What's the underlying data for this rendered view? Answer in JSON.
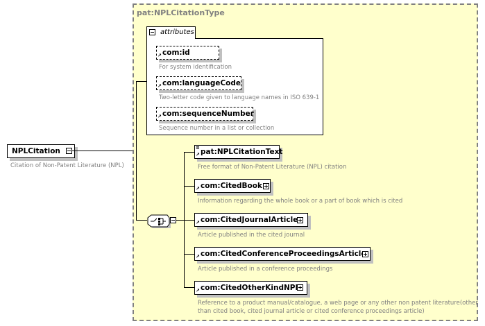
{
  "root": {
    "name": "NPLCitation",
    "description": "Citation of Non-Patent Literature (NPL)"
  },
  "type": {
    "name": "pat:NPLCitationType",
    "attributes_label": "attributes",
    "attributes": [
      {
        "name": "com:id",
        "description": "For system identification"
      },
      {
        "name": "com:languageCode",
        "description": "Two-letter code given to language names in ISO 639-1"
      },
      {
        "name": "com:sequenceNumber",
        "description": "Sequence number in a list or collection"
      }
    ],
    "compositor": "sequence-icon",
    "children": [
      {
        "name": "pat:NPLCitationText",
        "description": "Free format of Non-Patent Literature (NPL) citation",
        "expandable": false
      },
      {
        "name": "com:CitedBook",
        "description": "Information regarding the whole book or a part of book which is cited",
        "expandable": true
      },
      {
        "name": "com:CitedJournalArticle",
        "description": "Article published in the cited journal",
        "expandable": true
      },
      {
        "name": "com:CitedConferenceProceedingsArticle",
        "description": "Article published in a conference proceedings",
        "expandable": true
      },
      {
        "name": "com:CitedOtherKindNPL",
        "description_line1": "Reference to a product manual/catalogue, a web page or any other non patent literature(other",
        "description_line2": "than cited book, cited journal article or cited conference proceedings article)",
        "expandable": true
      }
    ]
  },
  "colors": {
    "type_bg": "#ffffcc",
    "border": "#808080",
    "shadow": "#c0c0c0",
    "desc_text": "#808080"
  }
}
